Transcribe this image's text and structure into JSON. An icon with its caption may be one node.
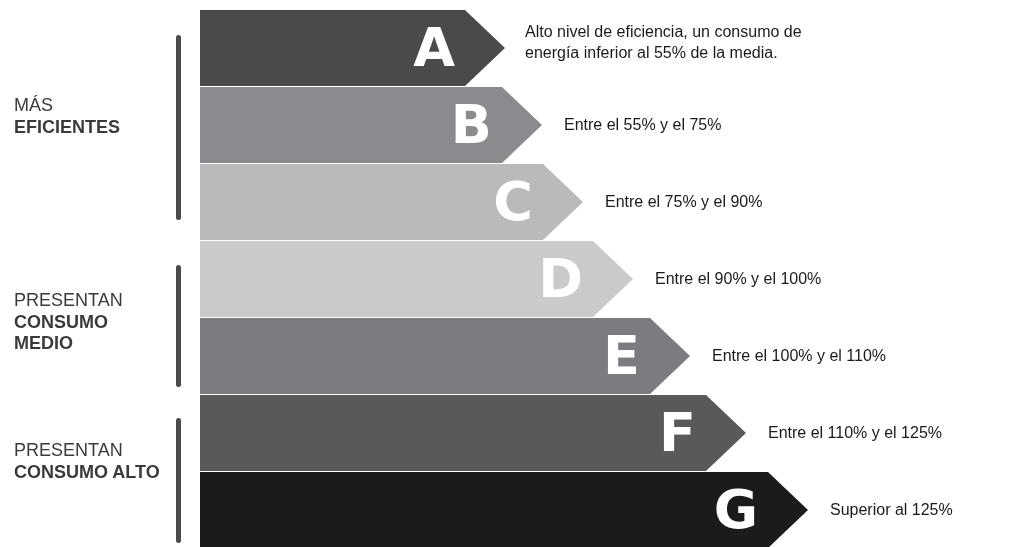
{
  "diagram": {
    "nodes": [
      {
        "text": [
          "A"
        ],
        "beside": [
          "Alto nivel de eficiencia, un consumo de energía inferior al 55% de la media."
        ]
      },
      {
        "text": [
          "B"
        ],
        "beside": [
          "Entre el 55% y el 75%"
        ]
      },
      {
        "text": [
          "C"
        ],
        "beside": [
          "Entre el 75% y el 90%"
        ]
      },
      {
        "text": [
          "D"
        ],
        "beside": [
          "Entre el 90% y el 100%"
        ]
      },
      {
        "text": [
          "E"
        ],
        "beside": [
          "Entre el 100% y el 110%"
        ]
      },
      {
        "text": [
          "F"
        ],
        "beside": [
          "Entre el 110% y el 125%"
        ]
      },
      {
        "text": [
          "G"
        ],
        "beside": [
          "Superior al 125%"
        ]
      }
    ],
    "labels": [
      "MÁS **EFICIENTES**",
      "PRESENTAN **CONSUMO MEDIO**",
      "PRESENTAN **CONSUMO ALTO**"
    ]
  }
}
